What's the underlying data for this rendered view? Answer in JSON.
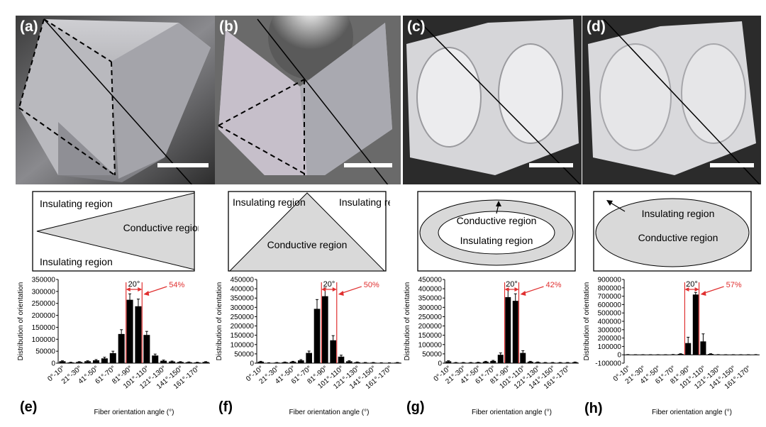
{
  "photo_labels": [
    "(a)",
    "(b)",
    "(c)",
    "(d)"
  ],
  "panel_labels": [
    "(e)",
    "(f)",
    "(g)",
    "(h)"
  ],
  "schematics": {
    "a": {
      "top": "Insulating region",
      "middle": "Conductive region",
      "bottom": "Insulating region"
    },
    "b": {
      "left": "Insulating region",
      "right": "Insulating region",
      "middle": "Conductive region"
    },
    "c": {
      "top": "Conductive region",
      "middle": "Insulating region"
    },
    "d": {
      "top": "Insulating region",
      "middle": "Conductive region"
    }
  },
  "colors": {
    "bar": "#000000",
    "annotation": "#e03030",
    "region_fill": "#d9d9d9"
  },
  "chart_data": [
    {
      "type": "bar",
      "ylabel": "Distribution of orientation",
      "xlabel": "Fiber orientation angle (°)",
      "ylim": [
        0,
        350000
      ],
      "yticks": [
        "0",
        "50000",
        "100000",
        "150000",
        "200000",
        "250000",
        "300000",
        "350000"
      ],
      "xticks": [
        "0°-10°",
        "21°-30°",
        "41°-50°",
        "61°-70°",
        "81°-90°",
        "101°-110°",
        "121°-130°",
        "141°-150°",
        "161°-170°"
      ],
      "values": [
        8000,
        3000,
        5000,
        8000,
        12000,
        20000,
        42000,
        122000,
        265000,
        238000,
        118000,
        32000,
        10000,
        7000,
        5000,
        4000,
        3000,
        5000
      ],
      "errors": [
        2000,
        1000,
        1500,
        2000,
        3000,
        5000,
        8000,
        18000,
        25000,
        30000,
        15000,
        6000,
        3000,
        2000,
        1500,
        1200,
        1000,
        1500
      ],
      "annot_angle": "20°",
      "annot_pct": "54%"
    },
    {
      "type": "bar",
      "ylabel": "Distribution of orientation",
      "xlabel": "Fiber orientation angle (°)",
      "ylim": [
        0,
        450000
      ],
      "yticks": [
        "0",
        "50000",
        "100000",
        "150000",
        "200000",
        "250000",
        "300000",
        "350000",
        "400000",
        "450000"
      ],
      "xticks": [
        "0°-10°",
        "21°-30°",
        "41°-50°",
        "61°-70°",
        "81°-90°",
        "101°-110°",
        "121°-130°",
        "141°-150°",
        "161°-170°"
      ],
      "values": [
        8000,
        2000,
        3000,
        5000,
        8000,
        15000,
        55000,
        292000,
        360000,
        123000,
        35000,
        10000,
        5000,
        3000,
        3000,
        2000,
        2000,
        3000
      ],
      "errors": [
        2000,
        500,
        800,
        1200,
        2000,
        4000,
        10000,
        50000,
        45000,
        25000,
        8000,
        3000,
        1500,
        800,
        800,
        500,
        500,
        800
      ],
      "annot_angle": "20°",
      "annot_pct": "50%"
    },
    {
      "type": "bar",
      "ylabel": "Distribution of orientation",
      "xlabel": "Fiber orientation angle (°)",
      "ylim": [
        0,
        450000
      ],
      "yticks": [
        "0",
        "50000",
        "100000",
        "150000",
        "200000",
        "250000",
        "300000",
        "350000",
        "400000",
        "450000"
      ],
      "xticks": [
        "0°-10°",
        "21°-30°",
        "41°-50°",
        "61°-70°",
        "81°-90°",
        "101°-110°",
        "121°-130°",
        "141°-150°",
        "161°-170°"
      ],
      "values": [
        10000,
        3000,
        3000,
        3000,
        4000,
        8000,
        12000,
        45000,
        355000,
        335000,
        55000,
        8000,
        5000,
        3000,
        3000,
        3000,
        3000,
        5000
      ],
      "errors": [
        3000,
        800,
        800,
        800,
        1000,
        2000,
        3000,
        10000,
        40000,
        38000,
        12000,
        2000,
        1500,
        800,
        800,
        800,
        800,
        1200
      ],
      "annot_angle": "20°",
      "annot_pct": "42%"
    },
    {
      "type": "bar",
      "ylabel": "Distribution of orientation",
      "xlabel": "Fiber orientation angle (°)",
      "ylim": [
        -100000,
        900000
      ],
      "yticks": [
        "-100000",
        "0",
        "100000",
        "200000",
        "300000",
        "400000",
        "500000",
        "600000",
        "700000",
        "800000",
        "900000"
      ],
      "xticks": [
        "0°-10°",
        "21°-30°",
        "41°-50°",
        "61°-70°",
        "81°-90°",
        "101°-110°",
        "121°-130°",
        "141°-150°",
        "161°-170°"
      ],
      "values": [
        2000,
        1000,
        1000,
        1000,
        1000,
        1000,
        3000,
        10000,
        140000,
        720000,
        160000,
        10000,
        2000,
        1000,
        1000,
        1000,
        1000,
        2000
      ],
      "errors": [
        1000,
        500,
        500,
        500,
        500,
        500,
        1000,
        3000,
        70000,
        25000,
        90000,
        3000,
        800,
        500,
        500,
        500,
        500,
        800
      ],
      "annot_angle": "20°",
      "annot_pct": "57%"
    }
  ]
}
